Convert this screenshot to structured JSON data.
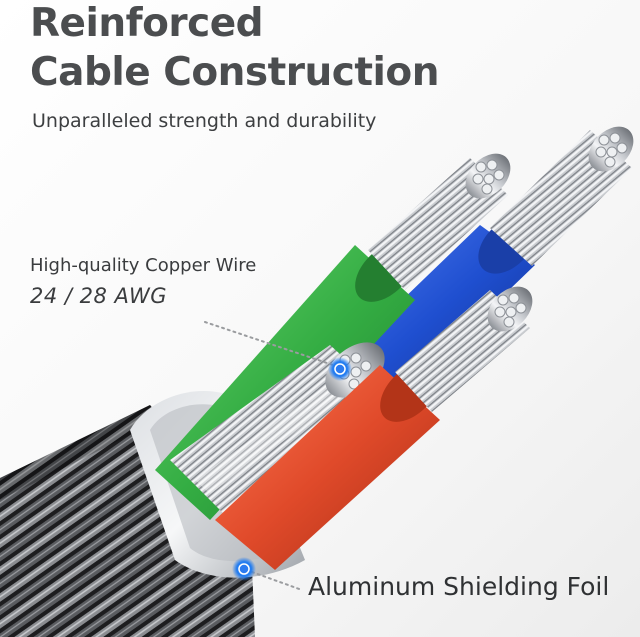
{
  "title": {
    "line1": "Reinforced",
    "line2": "Cable Construction"
  },
  "subtitle": "Unparalleled strength and durability",
  "callouts": {
    "copper_wire": "High-quality Copper Wire",
    "gauge": "24 / 28 AWG",
    "shielding": "Aluminum Shielding Foil"
  },
  "colors": {
    "heading": "#4b4d4f",
    "green_wire": "#3bb34a",
    "blue_wire": "#1f4fd0",
    "red_wire": "#e04a2a",
    "marker": "#2b7bf0",
    "braid": "#2a2a2a"
  }
}
